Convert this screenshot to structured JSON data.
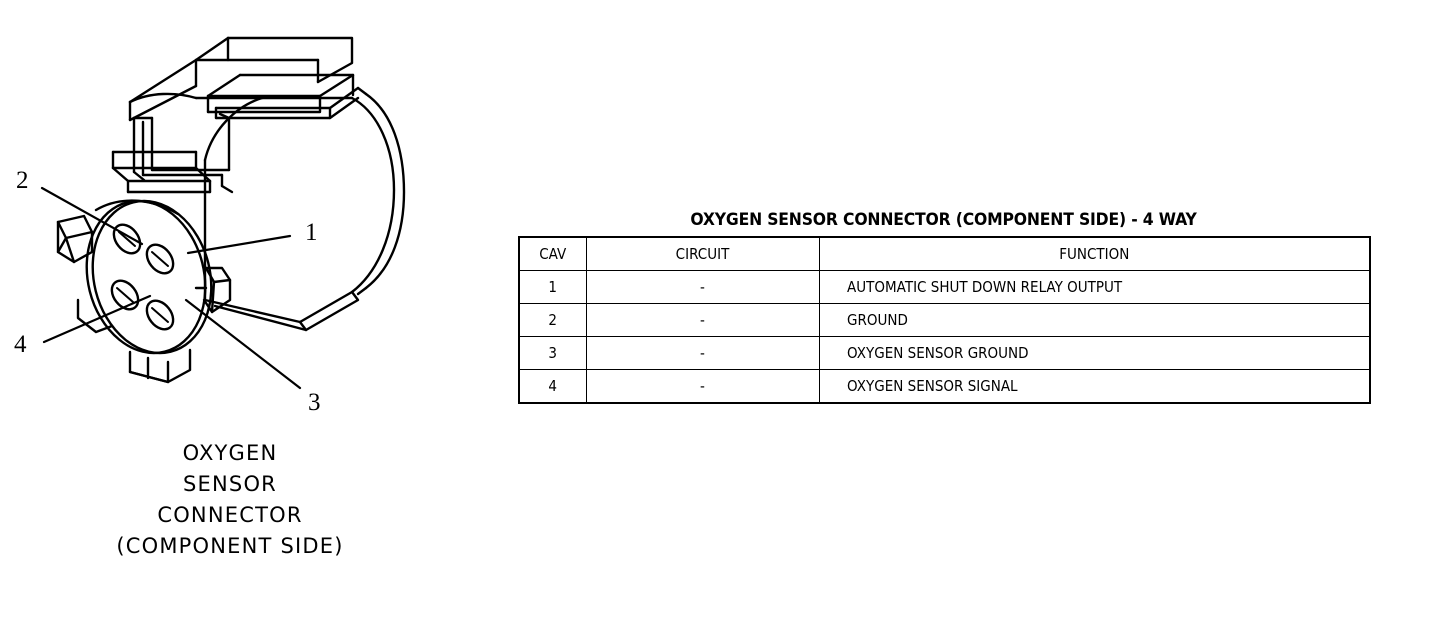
{
  "illustration": {
    "alt_name": "oxygen-sensor-connector-component-side-drawing",
    "callouts": [
      {
        "id": "callout-1",
        "label": "1"
      },
      {
        "id": "callout-2",
        "label": "2"
      },
      {
        "id": "callout-3",
        "label": "3"
      },
      {
        "id": "callout-4",
        "label": "4"
      }
    ],
    "caption": "OXYGEN\nSENSOR\nCONNECTOR\n(COMPONENT SIDE)"
  },
  "table": {
    "title": "OXYGEN SENSOR CONNECTOR (COMPONENT SIDE) - 4 WAY",
    "headers": {
      "cav": "CAV",
      "circuit": "CIRCUIT",
      "function": "FUNCTION"
    },
    "rows": [
      {
        "cav": "1",
        "circuit": "-",
        "function": "AUTOMATIC SHUT DOWN RELAY OUTPUT"
      },
      {
        "cav": "2",
        "circuit": "-",
        "function": "GROUND"
      },
      {
        "cav": "3",
        "circuit": "-",
        "function": "OXYGEN SENSOR GROUND"
      },
      {
        "cav": "4",
        "circuit": "-",
        "function": "OXYGEN SENSOR SIGNAL"
      }
    ]
  },
  "colors": {
    "line": "#000000",
    "background": "#ffffff"
  }
}
